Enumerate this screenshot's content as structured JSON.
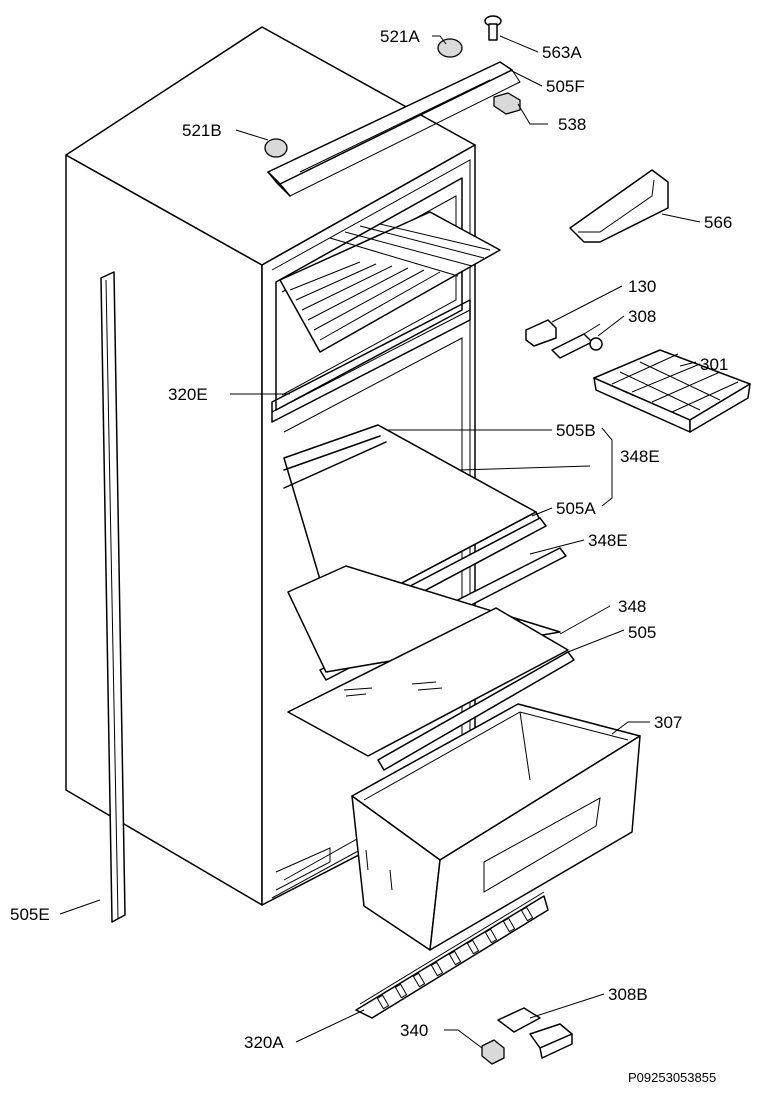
{
  "labels": {
    "l521a": "521A",
    "l563a": "563A",
    "l505f": "505F",
    "l538": "538",
    "l521b": "521B",
    "l566": "566",
    "l130": "130",
    "l308": "308",
    "l301": "301",
    "l320e": "320E",
    "l505b": "505B",
    "l348e_top": "348E",
    "l505a": "505A",
    "l348e": "348E",
    "l348": "348",
    "l505": "505",
    "l307": "307",
    "l505e": "505E",
    "l308b": "308B",
    "l340": "340",
    "l320a": "320A"
  },
  "drawing_code": "P09253053855"
}
